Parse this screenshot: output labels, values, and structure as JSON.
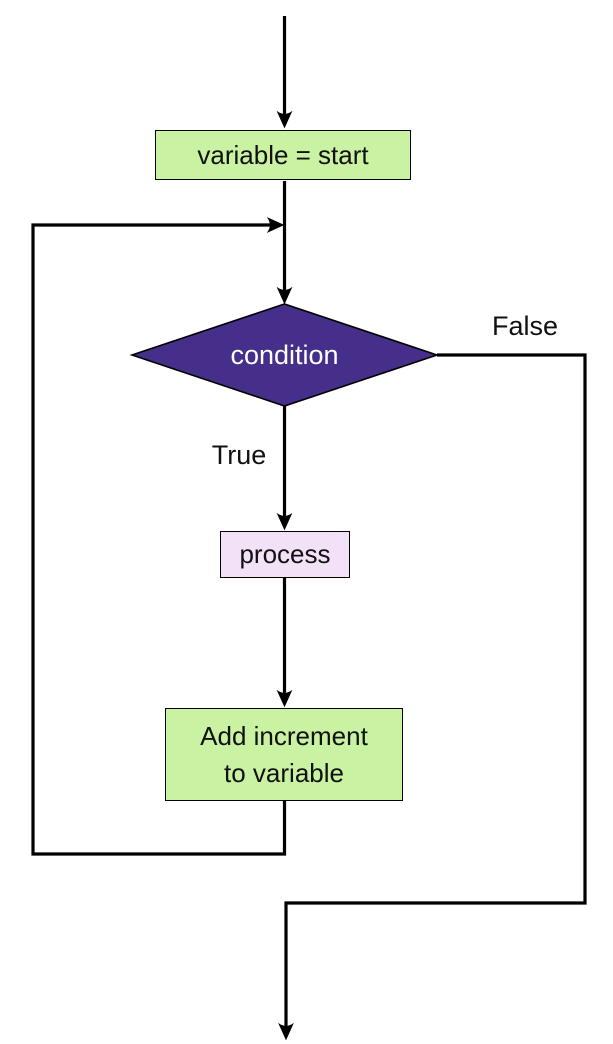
{
  "diagram": {
    "kind": "loop-flowchart",
    "nodes": {
      "start": {
        "label": "variable = start",
        "shape": "rect",
        "fill": "#c9f2a2",
        "border": "#000000",
        "text_color": "#111111"
      },
      "condition": {
        "label": "condition",
        "shape": "diamond",
        "fill": "#462f8a",
        "border": "#000000",
        "text_color": "#ffffff"
      },
      "process": {
        "label": "process",
        "shape": "rect",
        "fill": "#f3e1f7",
        "border": "#000000",
        "text_color": "#111111"
      },
      "increment": {
        "label": "Add increment\nto variable",
        "shape": "rect",
        "fill": "#c9f2a2",
        "border": "#000000",
        "text_color": "#111111"
      }
    },
    "edge_labels": {
      "true_branch": "True",
      "false_branch": "False"
    },
    "colors": {
      "line": "#000000",
      "background": "#ffffff"
    }
  }
}
